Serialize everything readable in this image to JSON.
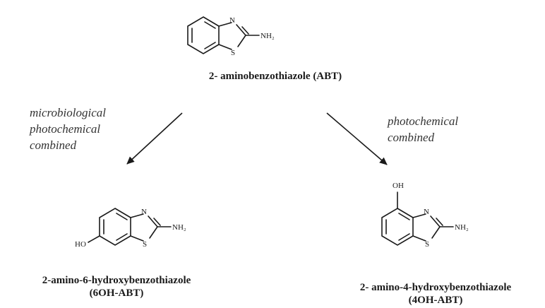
{
  "molecules": {
    "abt": {
      "name": "2- aminobenzothiazole (ABT)",
      "atoms": {
        "n": "N",
        "s": "S",
        "nh2": "NH₂"
      }
    },
    "oh6": {
      "name": "2-amino-6-hydroxybenzothiazole",
      "abbr": "(6OH-ABT)",
      "atoms": {
        "n": "N",
        "s": "S",
        "nh2": "NH₂",
        "oh": "HO"
      }
    },
    "oh4": {
      "name": "2- amino-4-hydroxybenzothiazole",
      "abbr": "(4OH-ABT)",
      "atoms": {
        "n": "N",
        "s": "S",
        "nh2": "NH₂",
        "oh": "OH"
      }
    }
  },
  "pathways": {
    "left": [
      "microbiological",
      "photochemical",
      "combined"
    ],
    "right": [
      "photochemical",
      "combined"
    ]
  }
}
